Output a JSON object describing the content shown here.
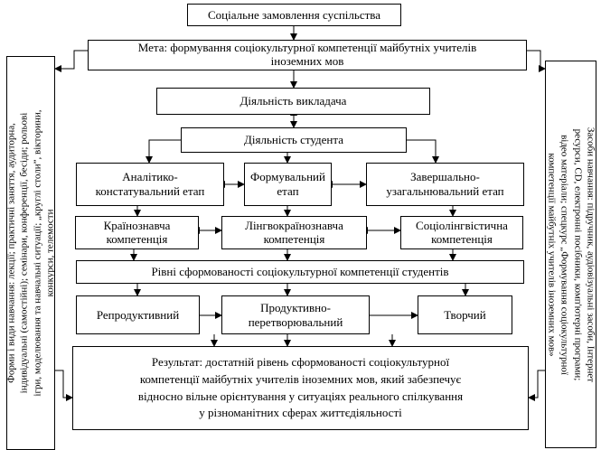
{
  "nodes": {
    "social_order": "Соціальне замовлення суспільства",
    "goal": "Мета: формування  соціокультурної компетенції майбутніх учителів\nіноземних мов",
    "teacher_activity": "Діяльність викладача",
    "student_activity": "Діяльність студента",
    "stage_analytic": "Аналітико-\nконстатувальний етап",
    "stage_forming": "Формувальний\nетап",
    "stage_final": "Завершально-\nузагальнювальний етап",
    "comp_country": "Країнознавча\nкомпетенція",
    "comp_lingvo": "Лінгвокраїнознавча\nкомпетенція",
    "comp_socio": "Соціолінгвістична\nкомпетенція",
    "levels": "Рівні сформованості соціокультурної компетенції студентів",
    "level_reproductive": "Репродуктивний",
    "level_productive": "Продуктивно-\nперетворювальний",
    "level_creative": "Творчий",
    "result": "Результат: достатній рівень сформованості соціокультурної\nкомпетенції майбутніх учителів іноземних мов, який забезпечує\nвідносно вільне орієнтування  у ситуаціях реального спілкування\nу різноманітних сферах життєдіяльності"
  },
  "side": {
    "left": "Форми і види навчання: лекції; практичні заняття, аудиторна,\nіндивідуальні (самостійні); семінари, конференції, бесіди; рольові\nігри, моделювання та навчальні ситуації; „круглі столи”, вікторини,\nконкурси, телемости",
    "right": "Засоби навчання: підручник, аудіовізуальні засоби, Інтернет\nресурси, CD, електронні посібники, комп'ютерні програми;\nвідео матеріали; спецкурс „Формування соціокультурної\nкомпетенції майбутніх учителів іноземних мов»"
  }
}
